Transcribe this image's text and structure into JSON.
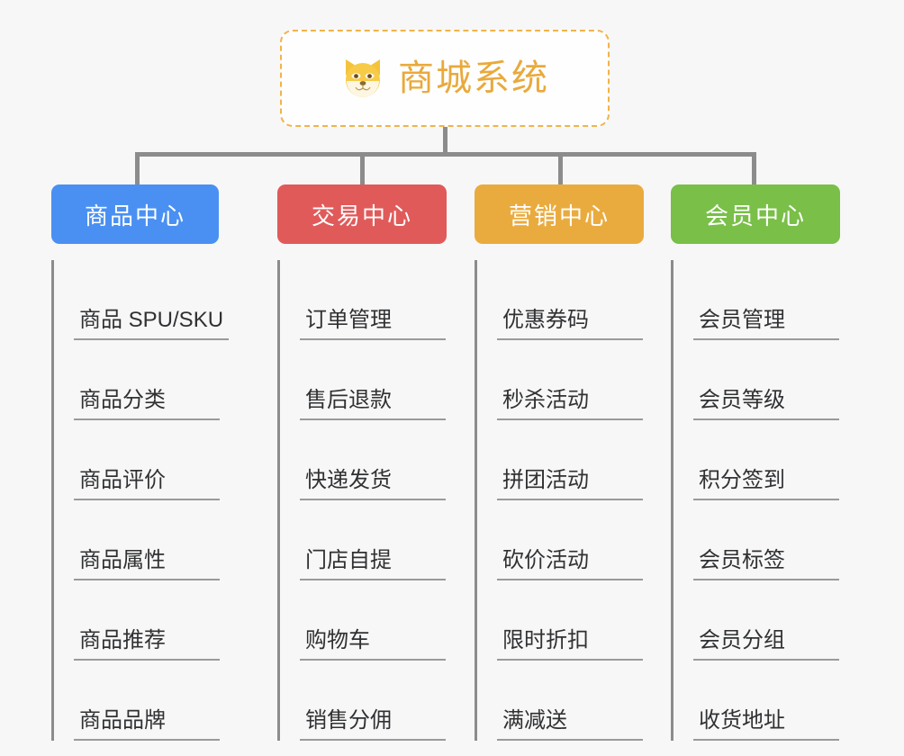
{
  "diagram": {
    "type": "mindmap-tree",
    "background_color": "#f7f7f7",
    "root": {
      "title": "商城系统",
      "icon": "dog-face-emoji",
      "icon_glyph": "🐶",
      "text_color": "#e9a93c",
      "border_color": "#f0b44a",
      "background_color": "#fefefe"
    },
    "connector_color": "#8c8c8c",
    "leaf_text_color": "#303133",
    "leaf_underline_color": "#9a9a9a",
    "branches": [
      {
        "label": "商品中心",
        "color": "#4a90f2",
        "items": [
          "商品 SPU/SKU",
          "商品分类",
          "商品评价",
          "商品属性",
          "商品推荐",
          "商品品牌"
        ]
      },
      {
        "label": "交易中心",
        "color": "#e15a5a",
        "items": [
          "订单管理",
          "售后退款",
          "快递发货",
          "门店自提",
          "购物车",
          "销售分佣"
        ]
      },
      {
        "label": "营销中心",
        "color": "#eaab3e",
        "items": [
          "优惠券码",
          "秒杀活动",
          "拼团活动",
          "砍价活动",
          "限时折扣",
          "满减送"
        ]
      },
      {
        "label": "会员中心",
        "color": "#79bf48",
        "items": [
          "会员管理",
          "会员等级",
          "积分签到",
          "会员标签",
          "会员分组",
          "收货地址"
        ]
      }
    ]
  }
}
